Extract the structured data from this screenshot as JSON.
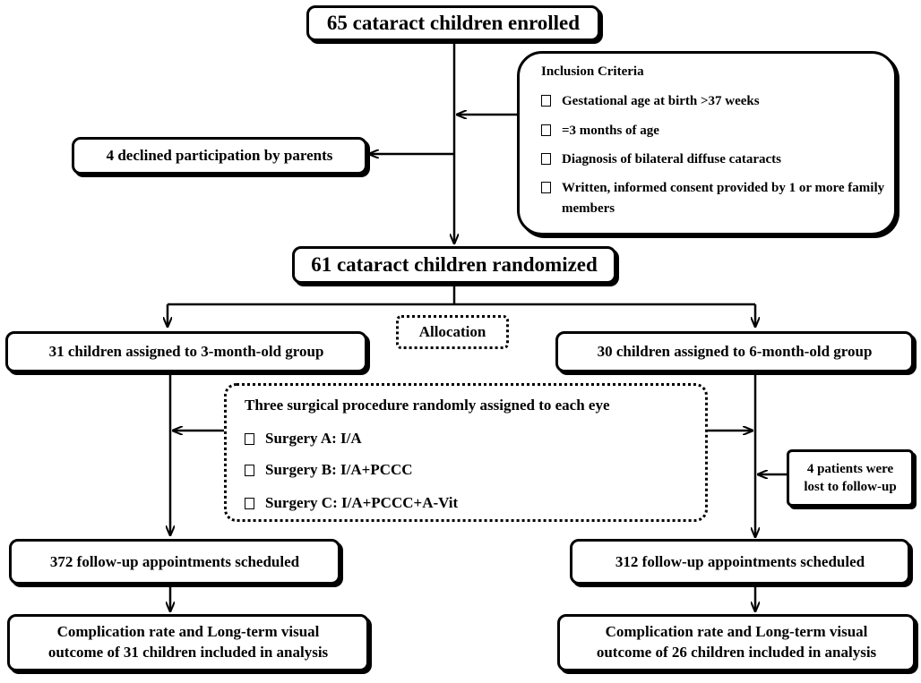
{
  "flowchart": {
    "enrolled": "65 cataract children enrolled",
    "declined": "4 declined participation by parents",
    "inclusion": {
      "title": "Inclusion Criteria",
      "items": [
        "Gestational age at birth >37 weeks",
        "=3 months of age",
        "Diagnosis of bilateral diffuse cataracts",
        "Written, informed consent provided by 1 or more family members"
      ]
    },
    "randomized": "61 cataract children randomized",
    "allocation": "Allocation",
    "group_3m": "31 children assigned to 3-month-old group",
    "group_6m": "30 children assigned to 6-month-old group",
    "surgery": {
      "title": "Three surgical procedure randomly assigned to each eye",
      "items": [
        "Surgery  A: I/A",
        "Surgery  B: I/A+PCCC",
        "Surgery  C: I/A+PCCC+A-Vit"
      ]
    },
    "lost": [
      "4 patients were",
      "lost to follow-up"
    ],
    "followup_3m": "372 follow-up appointments scheduled",
    "followup_6m": "312 follow-up appointments scheduled",
    "outcome_3m": [
      "Complication rate and Long-term visual",
      "outcome of 31 children included in analysis"
    ],
    "outcome_6m": [
      "Complication rate and Long-term visual",
      "outcome of 26 children included in analysis"
    ]
  }
}
